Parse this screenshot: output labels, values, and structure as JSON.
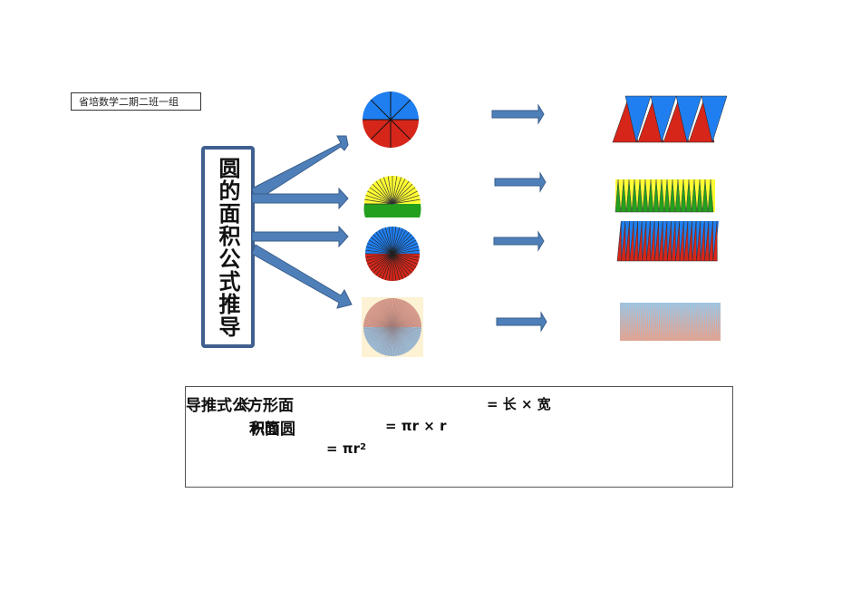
{
  "caption": "省培数学二期二班一组",
  "title": "圆的面积公式推导",
  "formula": {
    "line1_left": "导推式公方形面",
    "line1_overlay": "长",
    "line1_right": "= 长 × 宽",
    "line2_left": "积面圆",
    "line2_overlay": "积的",
    "line2_right": "= πr × r",
    "line3_right": "= πr",
    "line3_sup": "2"
  },
  "colors": {
    "arrow": "#4f7fb8",
    "arrow_dark": "#3a5f8c",
    "blue": "#1f7ff0",
    "red": "#d6261a",
    "yellow": "#ffff33",
    "green": "#23a01e",
    "pale_blue": "#9fc4e0",
    "pale_red": "#e2a391",
    "pale_bg": "#fdf2d4"
  }
}
